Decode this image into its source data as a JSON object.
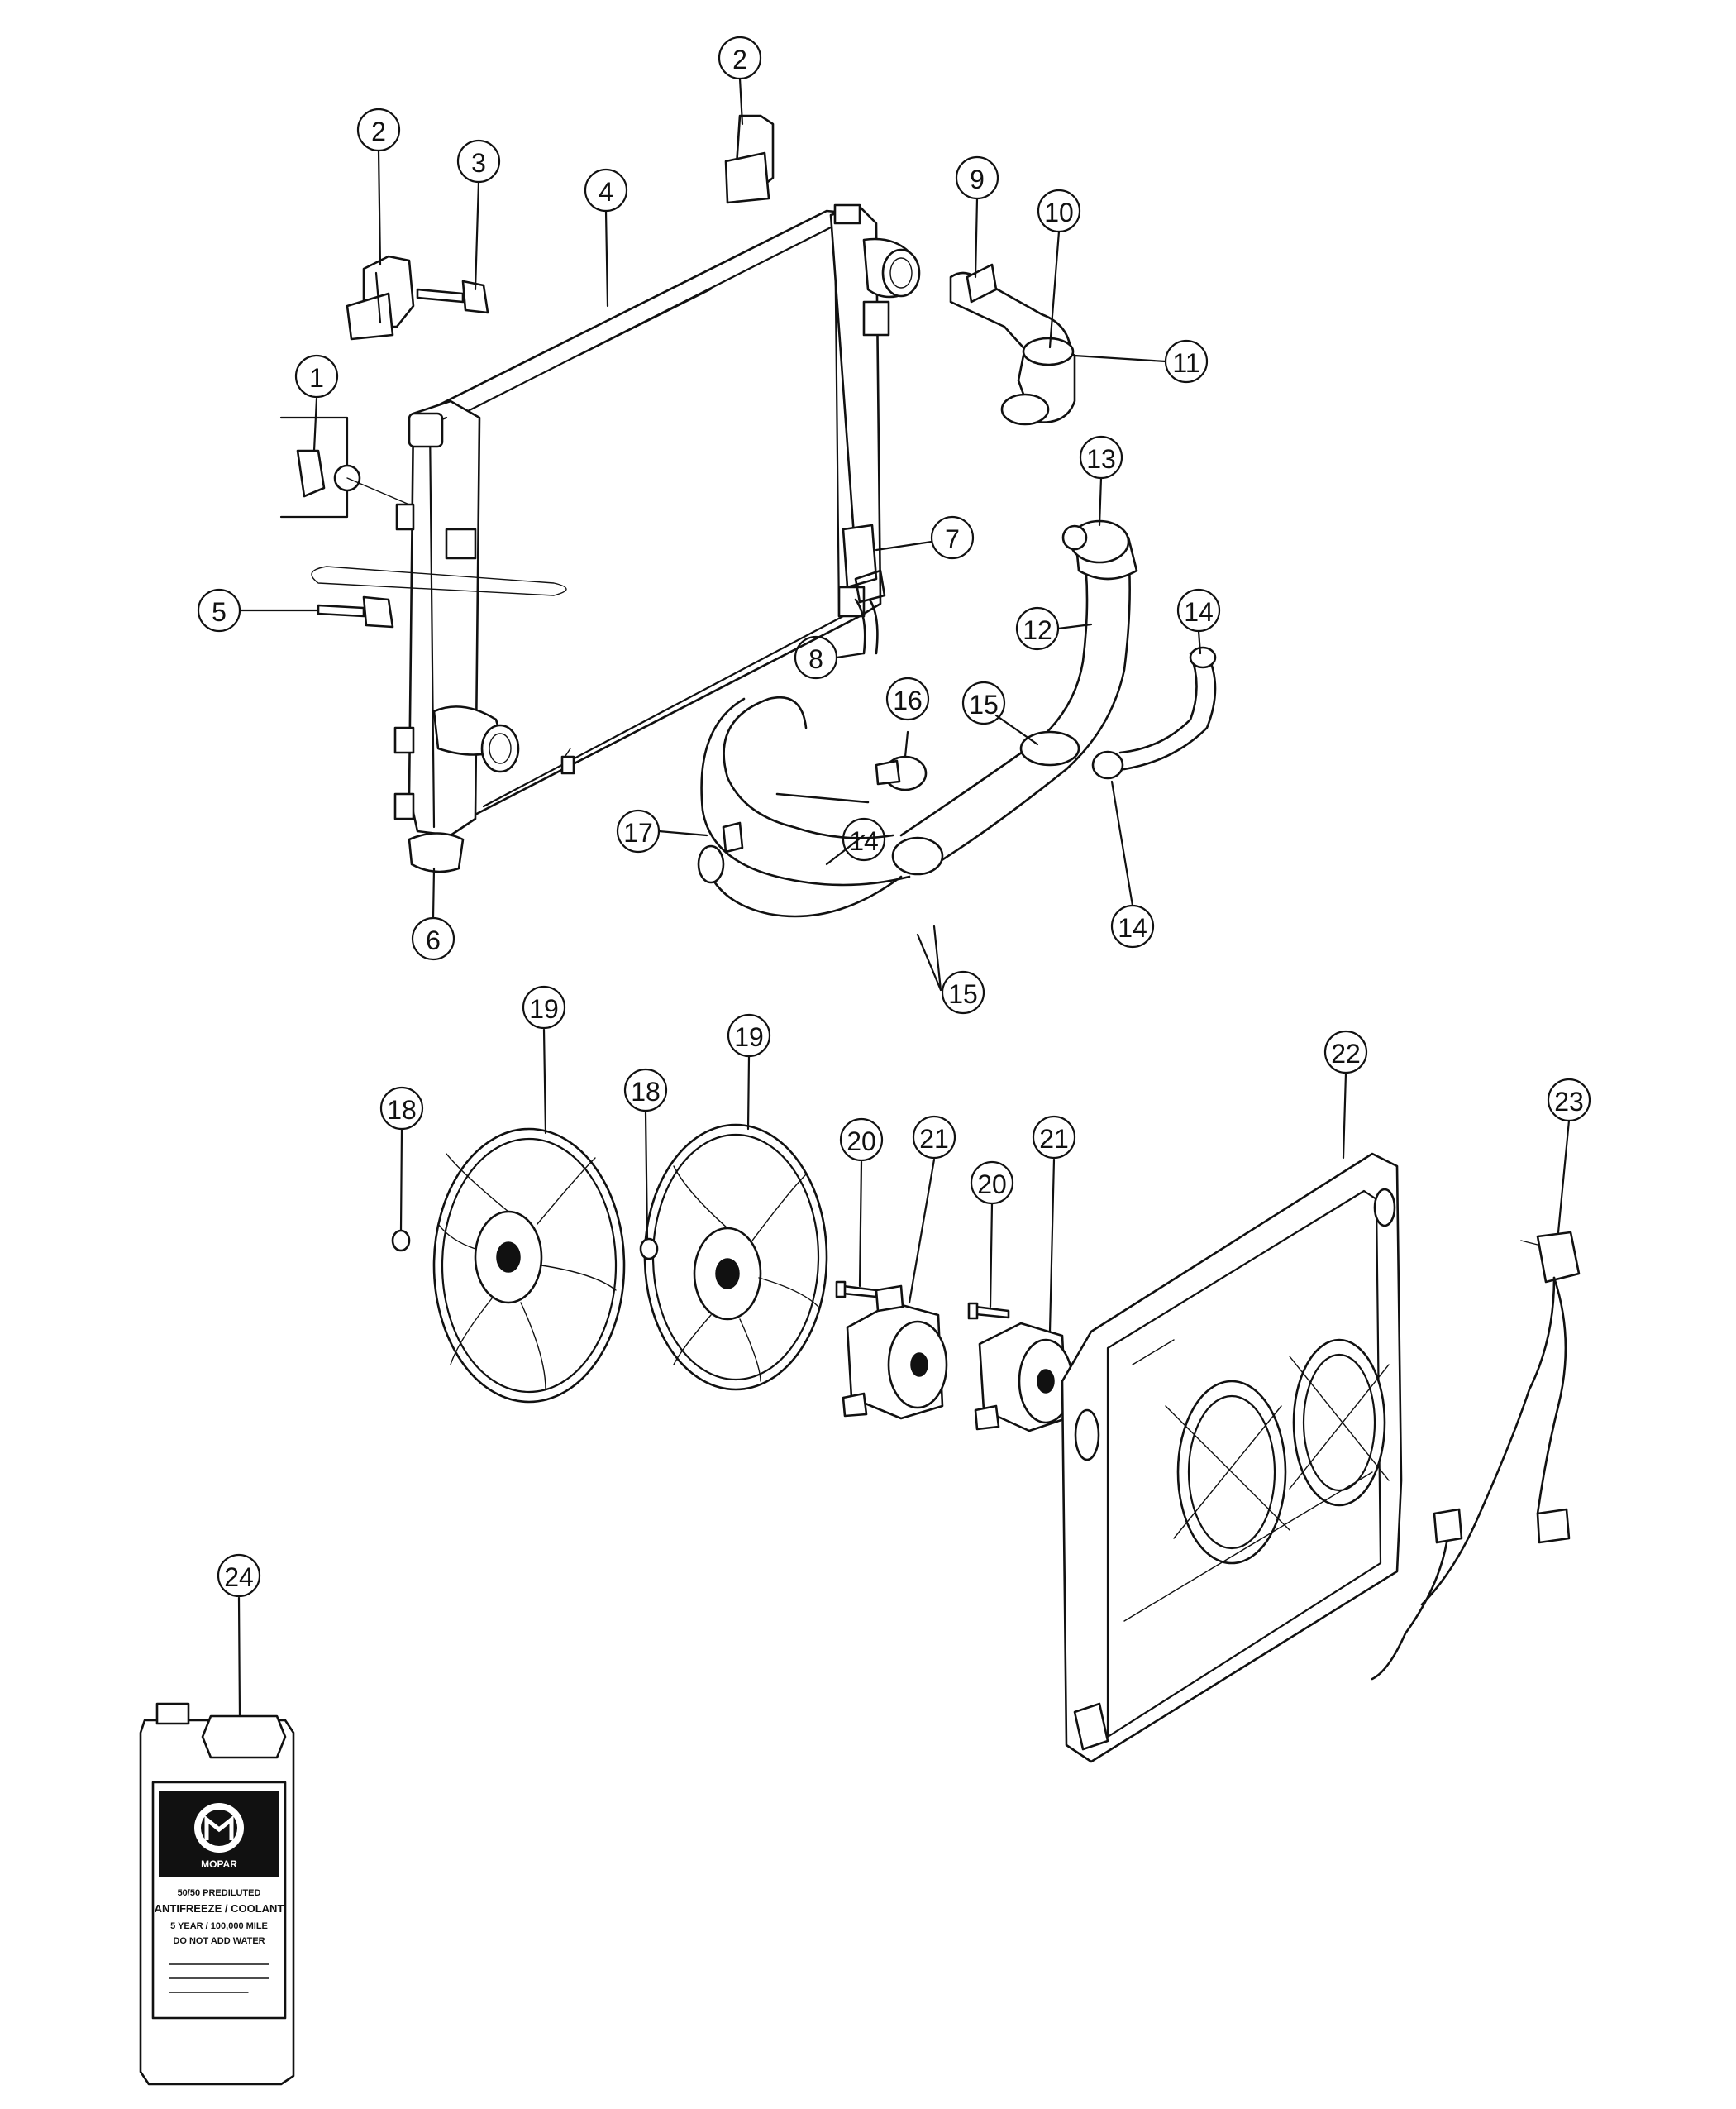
{
  "callouts": [
    {
      "label": "1"
    },
    {
      "label": "2"
    },
    {
      "label": "2"
    },
    {
      "label": "3"
    },
    {
      "label": "4"
    },
    {
      "label": "5"
    },
    {
      "label": "6"
    },
    {
      "label": "7"
    },
    {
      "label": "8"
    },
    {
      "label": "9"
    },
    {
      "label": "10"
    },
    {
      "label": "11"
    },
    {
      "label": "12"
    },
    {
      "label": "13"
    },
    {
      "label": "14"
    },
    {
      "label": "14"
    },
    {
      "label": "14"
    },
    {
      "label": "15"
    },
    {
      "label": "15"
    },
    {
      "label": "16"
    },
    {
      "label": "17"
    },
    {
      "label": "18"
    },
    {
      "label": "18"
    },
    {
      "label": "19"
    },
    {
      "label": "19"
    },
    {
      "label": "20"
    },
    {
      "label": "20"
    },
    {
      "label": "21"
    },
    {
      "label": "21"
    },
    {
      "label": "22"
    },
    {
      "label": "23"
    },
    {
      "label": "24"
    }
  ],
  "coolant_jug": {
    "brand": "MOPAR",
    "line1": "50/50 PREDILUTED",
    "line2": "ANTIFREEZE / COOLANT",
    "line3": "5 YEAR / 100,000 MILE",
    "line4": "DO NOT ADD WATER"
  }
}
